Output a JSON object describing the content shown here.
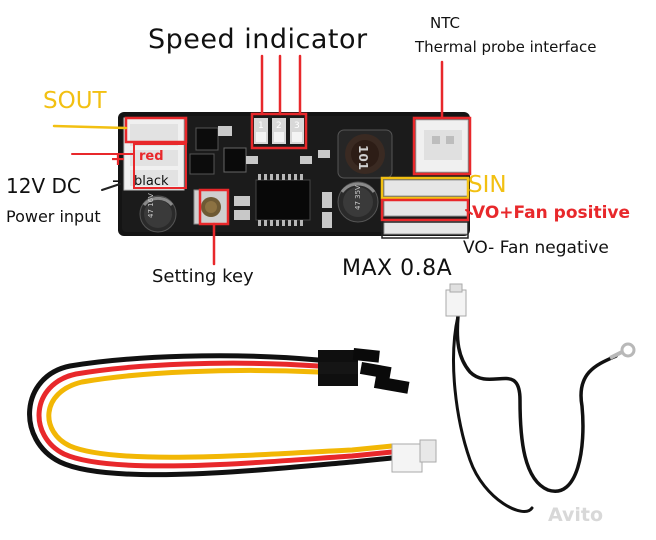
{
  "labels": {
    "speed_indicator": "Speed indicator",
    "ntc_line1": "NTC",
    "ntc_line2": "Thermal probe interface",
    "sout": "SOUT",
    "plus": "+",
    "red": "red",
    "minus": "-",
    "black": "black",
    "dc_line1": "12V DC",
    "dc_line2": "Power input",
    "sin": "SIN",
    "vo_positive": "VO+Fan positive",
    "vo_negative": "VO- Fan negative",
    "max_current": "MAX 0.8A",
    "setting_key": "Setting key"
  },
  "pcb_markings": {
    "led_numbers": [
      "1",
      "2",
      "3"
    ],
    "cap_left": "47 16V",
    "cap_right": "47 35V",
    "inductor": "101"
  },
  "watermark": "Avito",
  "colors": {
    "annotation_red": "#e8282b",
    "annotation_yellow": "#f2c012",
    "pcb": "#141414"
  }
}
